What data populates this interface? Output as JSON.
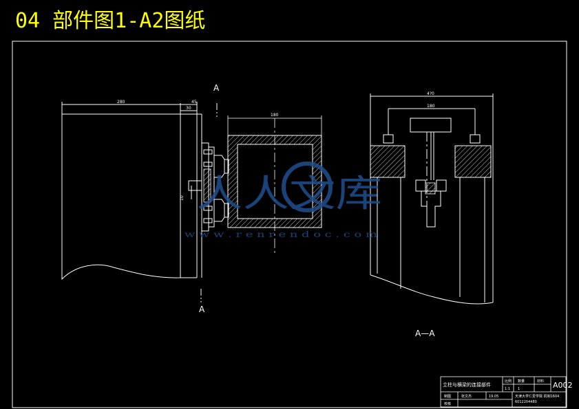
{
  "page": {
    "title": "04 部件图1-A2图纸"
  },
  "drawing": {
    "section_mark_top": "A",
    "section_mark_bottom": "A",
    "section_label": "A—A",
    "dim_left_overall": "280",
    "dim_left_small_1": "45",
    "dim_left_small_2": "30",
    "dim_left_vertical": "10",
    "dim_center_width": "180",
    "dim_right_outer": "4?0",
    "dim_right_inner": "180"
  },
  "title_block": {
    "name": "立柱与横梁的连接部件",
    "drawing_no": "A002",
    "scale_label": "比例",
    "scale_value": "1:1",
    "qty_label": "数量",
    "qty_value": "1",
    "material_label": "材料",
    "design_label": "制图",
    "designer": "张文杰",
    "date": "19.05",
    "check_label": "校核",
    "school": "天津大学仁爱学院 机制1604",
    "student_id": "6012204480"
  },
  "watermark": {
    "chars": "人人文库",
    "url": "w w w . r e n r e n d o c . c o m"
  },
  "colors": {
    "background": "#000000",
    "line": "#ffffff",
    "title": "#ffff00",
    "watermark": "#1f4f8f"
  }
}
